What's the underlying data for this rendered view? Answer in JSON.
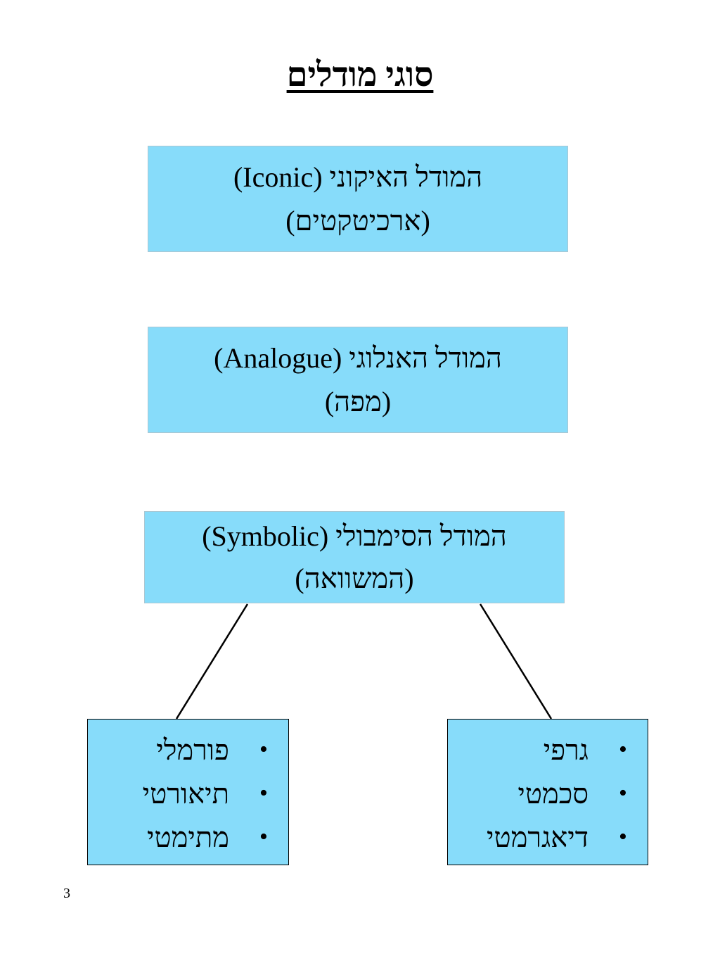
{
  "title": "סוגי מודלים",
  "models": {
    "iconic": {
      "line1": "המודל האיקוני (Iconic)",
      "line2": "(ארכיטקטים)"
    },
    "analogue": {
      "line1": "המודל האנלוגי (Analogue)",
      "line2": "(מפה)"
    },
    "symbolic": {
      "line1": "המודל הסימבולי (Symbolic)",
      "line2": "(המשוואה)"
    }
  },
  "symbolic_subtypes": {
    "formal": [
      "פורמלי",
      "תיאורטי",
      "מתימטי"
    ],
    "graphic": [
      "גרפי",
      "סכמטי",
      "דיאגרמטי"
    ]
  },
  "bullet": "•",
  "page_number": "3",
  "colors": {
    "box_fill": "#87dcfa",
    "connector": "#000000"
  }
}
